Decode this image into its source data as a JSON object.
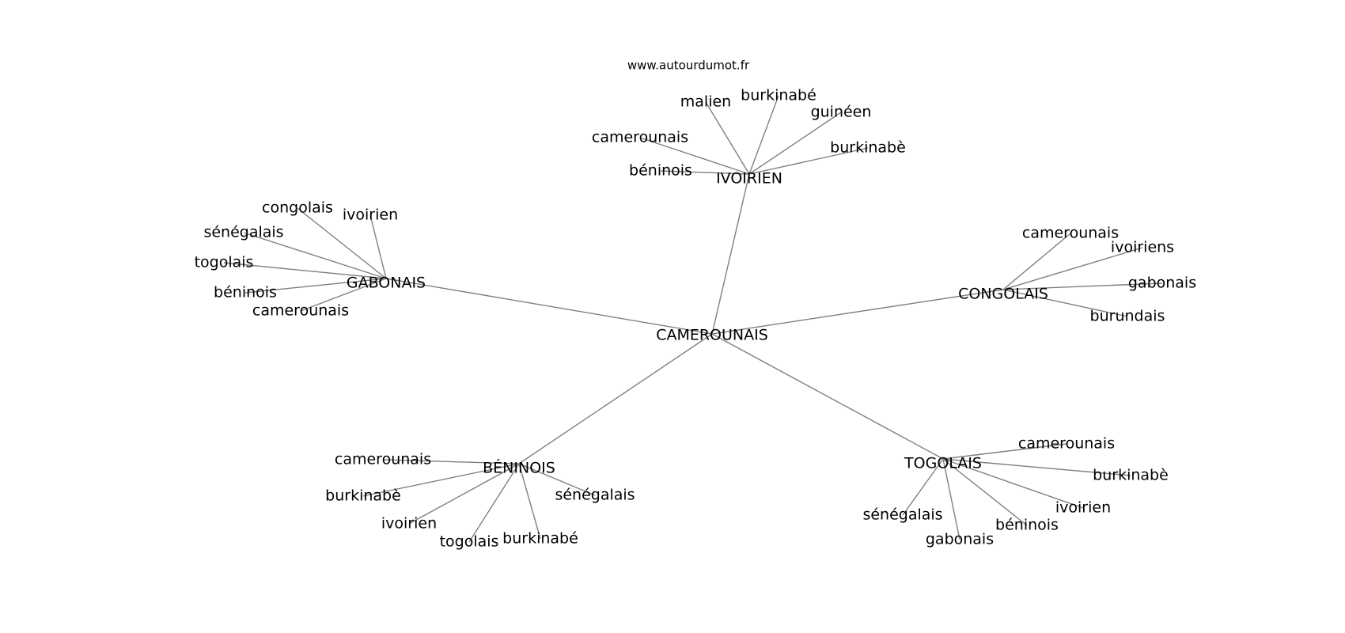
{
  "watermark": "www.autourdumot.fr",
  "graph": {
    "center": "CAMEROUNAIS",
    "hubs": [
      {
        "id": "ivoirien",
        "label": "IVOIRIEN",
        "leaves": [
          "malien",
          "burkinabé",
          "guinéen",
          "burkinabè",
          "camerounais",
          "béninois"
        ]
      },
      {
        "id": "gabonais",
        "label": "GABONAIS",
        "leaves": [
          "congolais",
          "ivoirien",
          "sénégalais",
          "togolais",
          "béninois",
          "camerounais"
        ]
      },
      {
        "id": "congolais",
        "label": "CONGOLAIS",
        "leaves": [
          "camerounais",
          "ivoiriens",
          "gabonais",
          "burundais"
        ]
      },
      {
        "id": "beninois",
        "label": "BÉNINOIS",
        "leaves": [
          "camerounais",
          "burkinabè",
          "ivoirien",
          "togolais",
          "burkinabé",
          "sénégalais"
        ]
      },
      {
        "id": "togolais",
        "label": "TOGOLAIS",
        "leaves": [
          "camerounais",
          "burkinabè",
          "ivoirien",
          "béninois",
          "gabonais",
          "sénégalais"
        ]
      }
    ]
  }
}
